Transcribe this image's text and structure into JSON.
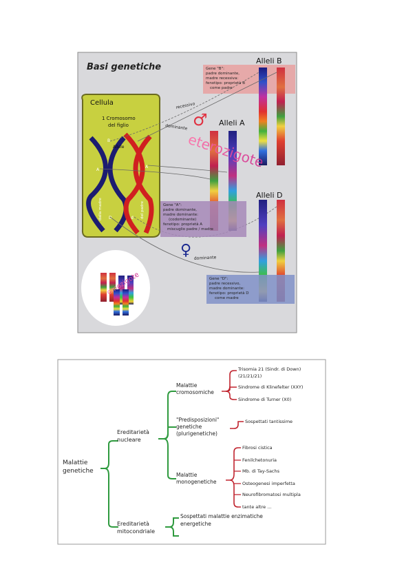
{
  "genetics": {
    "title": "Basi genetiche",
    "cell_label": "Cellula",
    "chromosome_label_line1": "1 Cromosomo",
    "chromosome_label_line2": "del figlio",
    "gene_label": "Allele",
    "mother_label": "dalla madre",
    "father_label": "del padre",
    "gene_letters": {
      "b": "B",
      "a": "A",
      "d": "D",
      "a2": "A",
      "d2": "d"
    },
    "alleles_b": "Alleli B",
    "alleles_a": "Alleli A",
    "alleles_d": "Alleli D",
    "recessive": "recessivo",
    "dominant": "dominante",
    "dominant2": "dominante",
    "heterozygous": "eterozigote",
    "homozygous": "omozigote",
    "box_b": [
      "Gene \"B\":",
      "padre dominante,",
      "madre recessiva:",
      "fenotipo: proprietà B",
      "come padre"
    ],
    "box_a": [
      "Gene \"A\":",
      "padre dominante,",
      "madre dominante:",
      "(codominante)",
      "fenotipo: proprietà A",
      "miscuglio padre / madre"
    ],
    "box_d": [
      "Gene \"D\":",
      "padre recessivo,",
      "madre dominante:",
      "fenotipo: proprietà D",
      "come madre"
    ],
    "male_symbol": "♂",
    "female_symbol": "♀"
  },
  "mindmap": {
    "root": [
      "Malattie",
      "genetiche"
    ],
    "nuclear": [
      "Ereditarietà",
      "nucleare"
    ],
    "mito": [
      "Ereditarietà",
      "mitocondriale"
    ],
    "chromosomal": [
      "Malattie",
      "cromosomiche"
    ],
    "predisposition": [
      "\"Predisposizioni\"",
      "genetiche",
      "(plurigenetiche)"
    ],
    "monogenic": [
      "Malattie",
      "monogenetiche"
    ],
    "chromosomal_items": [
      "Trisomia 21 (Sindr. di Down)",
      "(21/21/21)",
      "Sindrome di Klinefelter (XXY)",
      "Sindrome di Turner (X0)"
    ],
    "predisposition_item": "Sospettati tantissime",
    "monogenic_items": [
      "Fibrosi cistica",
      "Fenilchetonuria",
      "Mb. di Tay-Sachs",
      "Osteogenesi imperfetta",
      "Neurofibromatosi multipla",
      "tante altre ..."
    ],
    "mito_item": [
      "Sospettati malattie enzimatiche",
      "energetiche"
    ],
    "colors": {
      "branch": "#2e9a3e",
      "sub": "#c0222d"
    }
  }
}
